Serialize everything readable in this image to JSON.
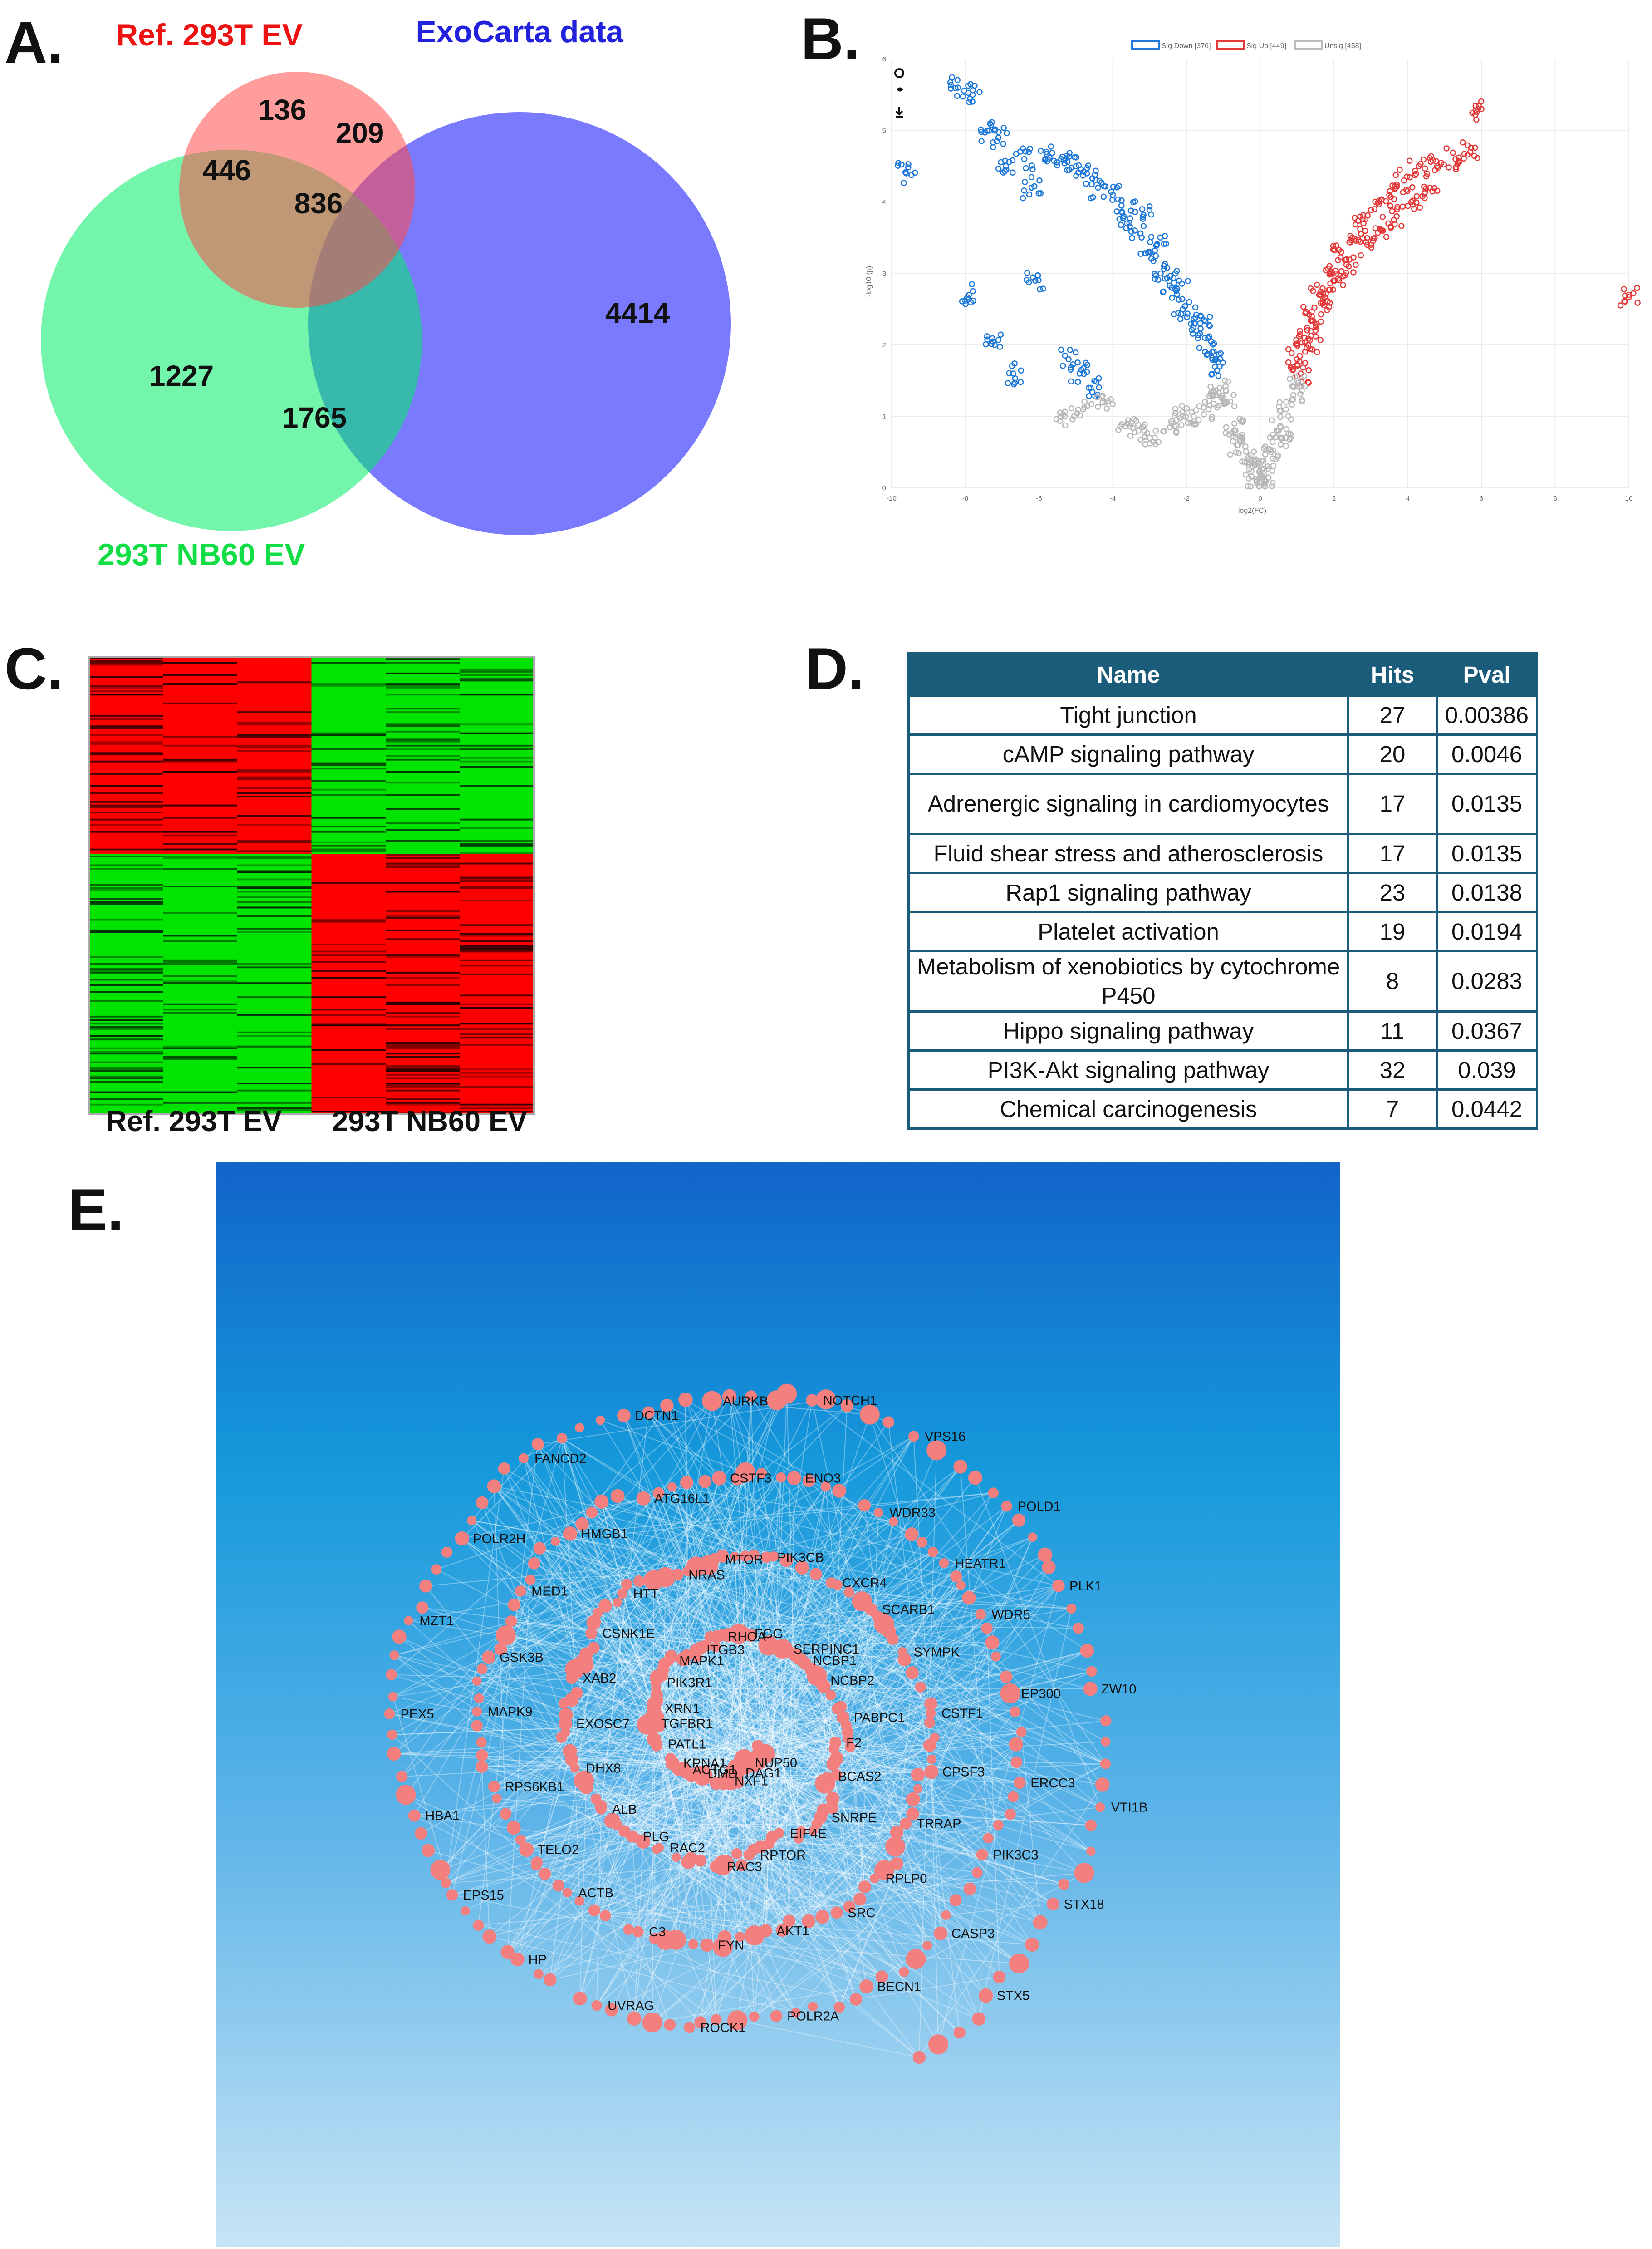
{
  "venn": {
    "panel_label": "A.",
    "sets": [
      {
        "name": "Ref. 293T EV",
        "color": "#ee2222"
      },
      {
        "name": "ExoCarta data",
        "color": "#2a2aee"
      },
      {
        "name": "293T NB60 EV",
        "color": "#22dd55"
      }
    ],
    "regions": {
      "ref_only": "136",
      "ref_exo": "209",
      "ref_nb60": "446",
      "all_three": "836",
      "exo_only": "4414",
      "nb60_only": "1227",
      "nb60_exo": "1765"
    }
  },
  "volcano": {
    "panel_label": "B.",
    "legend": [
      "Sig Down [376]",
      "Sig Up [449]",
      "Unsig [458]"
    ],
    "xlabel": "log2(FC)",
    "ylabel": "-log10 (p)",
    "x_ticks": [
      "-10",
      "-8",
      "-6",
      "-4",
      "-2",
      "0",
      "2",
      "4",
      "6",
      "8",
      "10"
    ],
    "y_ticks": [
      "0",
      "1",
      "2",
      "3",
      "4",
      "5",
      "6"
    ],
    "colors": {
      "down": "#1e78d8",
      "up": "#e53a3a",
      "unsig": "#b8b8b8"
    }
  },
  "chart_data": {
    "type": "scatter",
    "xlabel": "log2(FC)",
    "ylabel": "-log10 (p)",
    "xlim": [
      -10,
      10
    ],
    "ylim": [
      0,
      6
    ],
    "series": [
      {
        "name": "Sig Down [376]",
        "x": [
          -9.6,
          -8.2,
          -7.8,
          -7.4,
          -7.1,
          -6.9,
          -6.4,
          -6.2,
          -5.8,
          -5.4,
          -5.0,
          -4.7,
          -4.4,
          -4.0,
          -3.7,
          -3.4,
          -3.0,
          -2.7,
          -2.4,
          -2.1,
          -1.8,
          -1.5,
          -1.3,
          -1.1,
          -5.2,
          -4.9,
          -4.6,
          -7.9,
          -7.2,
          -6.7,
          -6.1,
          -3.2,
          -2.8,
          -2.2,
          -1.6
        ],
        "y": [
          4.4,
          5.6,
          5.5,
          5.0,
          4.9,
          4.5,
          4.6,
          4.2,
          4.7,
          4.6,
          4.5,
          4.4,
          4.2,
          4.1,
          3.8,
          3.6,
          3.3,
          3.0,
          2.8,
          2.5,
          2.3,
          2.1,
          1.9,
          1.7,
          1.8,
          1.6,
          1.4,
          2.7,
          2.0,
          1.6,
          2.9,
          3.9,
          3.4,
          2.9,
          2.4
        ]
      },
      {
        "name": "Sig Up [449]",
        "x": [
          1.0,
          1.2,
          1.4,
          1.6,
          1.9,
          2.2,
          2.5,
          2.8,
          3.1,
          3.5,
          3.9,
          4.3,
          4.8,
          5.3,
          5.7,
          6.0,
          10.0,
          1.3,
          1.7,
          2.0,
          2.4,
          2.9,
          3.3,
          3.7,
          4.1,
          4.6,
          1.1,
          1.5
        ],
        "y": [
          1.8,
          2.1,
          2.4,
          2.7,
          3.0,
          3.3,
          3.5,
          3.7,
          3.9,
          4.1,
          4.3,
          4.5,
          4.5,
          4.6,
          4.7,
          5.3,
          2.7,
          2.0,
          2.6,
          2.9,
          3.1,
          3.4,
          3.6,
          3.8,
          4.0,
          4.2,
          1.6,
          2.2
        ]
      },
      {
        "name": "Unsig [458]",
        "x": [
          -0.1,
          0.0,
          0.1,
          -0.3,
          0.3,
          -0.5,
          0.5,
          -0.7,
          0.7,
          -0.9,
          0.9,
          -1.1,
          1.0,
          -1.4,
          -1.8,
          -2.4,
          -3.0,
          -3.6,
          -4.2,
          -4.8,
          -5.3,
          -0.2,
          0.2,
          -0.6,
          0.6,
          -1.2,
          -2.1,
          -3.3
        ],
        "y": [
          0.1,
          0.2,
          0.1,
          0.4,
          0.5,
          0.7,
          0.8,
          0.9,
          1.1,
          1.2,
          1.3,
          1.4,
          1.5,
          1.1,
          1.0,
          0.9,
          0.7,
          0.9,
          1.2,
          1.1,
          1.0,
          0.3,
          0.3,
          0.6,
          0.7,
          1.3,
          1.0,
          0.8
        ]
      }
    ]
  },
  "heatmap": {
    "panel_label": "C.",
    "group_labels": [
      "Ref. 293T EV",
      "293T NB60 EV"
    ],
    "colors": {
      "high": "#ff0000",
      "low": "#00e400",
      "mid": "#000000"
    }
  },
  "pathway_table": {
    "panel_label": "D.",
    "headers": [
      "Name",
      "Hits",
      "Pval"
    ],
    "rows": [
      {
        "name": "Tight junction",
        "hits": "27",
        "pval": "0.00386"
      },
      {
        "name": "cAMP signaling pathway",
        "hits": "20",
        "pval": "0.0046"
      },
      {
        "name": "Adrenergic signaling in cardiomyocytes",
        "hits": "17",
        "pval": "0.0135"
      },
      {
        "name": "Fluid shear stress and atherosclerosis",
        "hits": "17",
        "pval": "0.0135"
      },
      {
        "name": "Rap1 signaling pathway",
        "hits": "23",
        "pval": "0.0138"
      },
      {
        "name": "Platelet activation",
        "hits": "19",
        "pval": "0.0194"
      },
      {
        "name": "Metabolism of xenobiotics by cytochrome P450",
        "hits": "8",
        "pval": "0.0283"
      },
      {
        "name": "Hippo signaling pathway",
        "hits": "11",
        "pval": "0.0367"
      },
      {
        "name": "PI3K-Akt signaling pathway",
        "hits": "32",
        "pval": "0.039"
      },
      {
        "name": "Chemical carcinogenesis",
        "hits": "7",
        "pval": "0.0442"
      }
    ],
    "header_color": "#1b5c7a"
  },
  "network": {
    "panel_label": "E.",
    "node_color": "#f47f7f",
    "labels": [
      "STX5",
      "STX18",
      "VTI1B",
      "ZW10",
      "PLK1",
      "POLD1",
      "VPS16",
      "NOTCH1",
      "AURKB",
      "DCTN1",
      "FANCD2",
      "POLR2H",
      "MZT1",
      "PEX5",
      "HBA1",
      "EPS15",
      "HP",
      "UVRAG",
      "ROCK1",
      "POLR2A",
      "BECN1",
      "CASP3",
      "PIK3C3",
      "ERCC3",
      "EP300",
      "WDR5",
      "HEATR1",
      "WDR33",
      "ENO3",
      "CSTF3",
      "ATG16L1",
      "HMGB1",
      "MED1",
      "GSK3B",
      "MAPK9",
      "RPS6KB1",
      "TELO2",
      "ACTB",
      "C3",
      "FYN",
      "AKT1",
      "SRC",
      "RPLP0",
      "TRRAP",
      "CPSF3",
      "CSTF1",
      "SYMPK",
      "SCARB1",
      "CXCR4",
      "PIK3CB",
      "MTOR",
      "NRAS",
      "HTT",
      "CSNK1E",
      "XAB2",
      "EXOSC7",
      "DHX8",
      "ALB",
      "PLG",
      "RAC2",
      "RAC3",
      "RPTOR",
      "EIF4E",
      "SNRPE",
      "BCAS2",
      "F2",
      "PABPC1",
      "NCBP2",
      "NCBP1",
      "SERPINC1",
      "FGG",
      "RHOA",
      "ITGB3",
      "MAPK1",
      "PIK3R1",
      "XRN1",
      "TGFBR1",
      "PATL1",
      "KPNA1",
      "ACTG1",
      "DMD",
      "NXF1",
      "DAG1",
      "NUP50"
    ]
  }
}
